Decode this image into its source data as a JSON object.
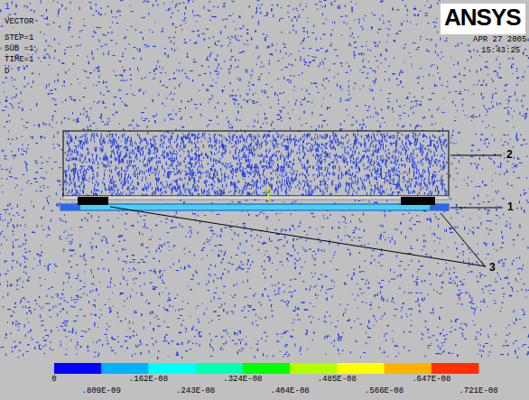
{
  "diagram": {
    "labels": [
      "1",
      "VECTOR",
      "STEP=1",
      "SUB =1",
      "TIME=1",
      "D",
      "ANSYS",
      "APR 27 2005",
      "15:43:25",
      "2",
      "1",
      "3",
      "0",
      ".809E-09",
      ".162E-08",
      ".243E-08",
      ".324E-08",
      ".404E-08",
      ".485E-08",
      ".566E-08",
      ".647E-08",
      ".721E-08"
    ]
  }
}
